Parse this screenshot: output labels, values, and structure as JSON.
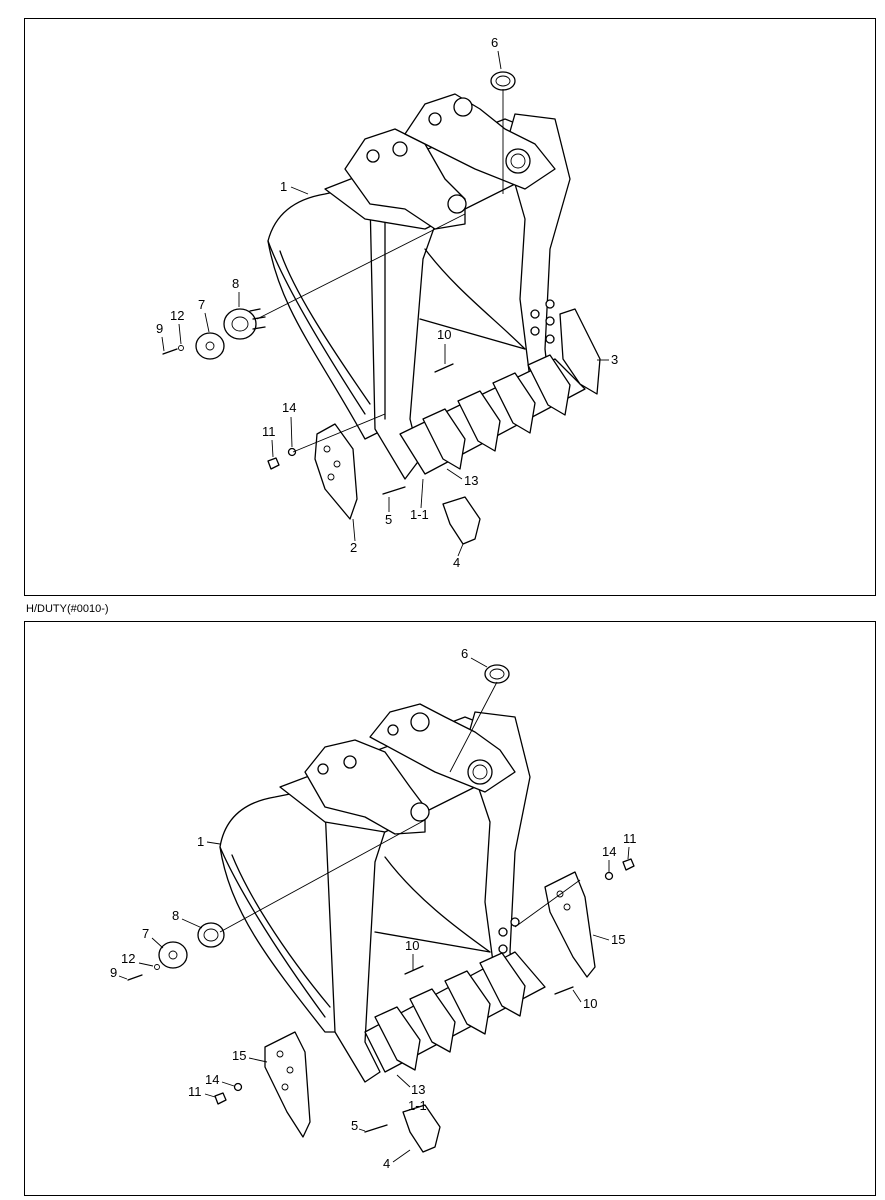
{
  "caption": "H/DUTY(#0010-)",
  "top_labels": {
    "l1": "1",
    "l1_1": "1-1",
    "l2": "2",
    "l3": "3",
    "l4": "4",
    "l5": "5",
    "l6": "6",
    "l7": "7",
    "l8": "8",
    "l9": "9",
    "l10": "10",
    "l11": "11",
    "l12": "12",
    "l13": "13",
    "l14": "14"
  },
  "bottom_labels": {
    "l1": "1",
    "l1_1": "1-1",
    "l4": "4",
    "l5": "5",
    "l6": "6",
    "l7": "7",
    "l8": "8",
    "l9": "9",
    "l10a": "10",
    "l10b": "10",
    "l11a": "11",
    "l11b": "11",
    "l12": "12",
    "l13": "13",
    "l14a": "14",
    "l14b": "14",
    "l15a": "15",
    "l15b": "15"
  }
}
